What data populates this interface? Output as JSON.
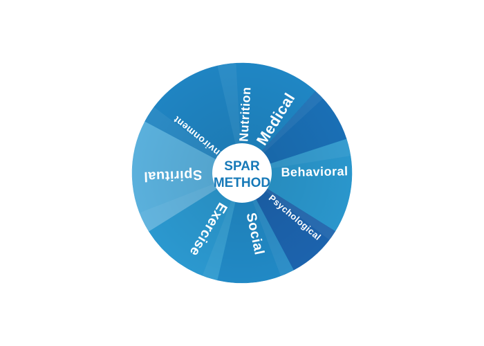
{
  "diagram": {
    "hub": {
      "line1": "SPAR",
      "line2": "METHOD",
      "text_color": "#1679b8"
    },
    "segments": [
      {
        "label": "Nutrition",
        "color": "#1f86c4"
      },
      {
        "label": "Medical",
        "color": "#1a6fb5"
      },
      {
        "label": "Behavioral",
        "color": "#2a96cc"
      },
      {
        "label": "Psychological",
        "color": "#1c63ad"
      },
      {
        "label": "Social",
        "color": "#2189c5"
      },
      {
        "label": "Exercise",
        "color": "#2b98cf"
      },
      {
        "label": "Spiritual",
        "color": "#5ab0dc"
      },
      {
        "label": "Environment",
        "color": "#1f84c2"
      }
    ]
  }
}
